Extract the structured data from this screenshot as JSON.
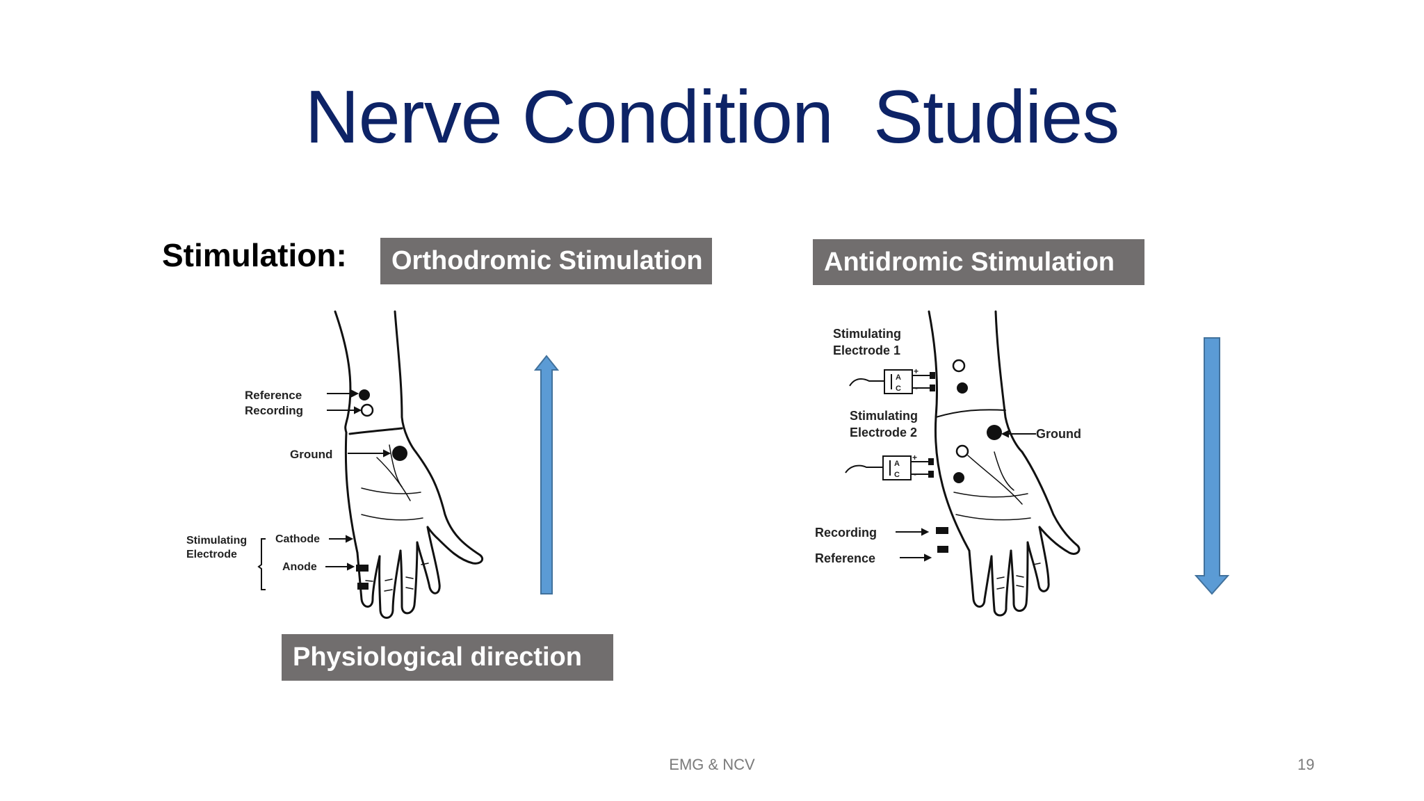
{
  "slide": {
    "title": "Nerve Condition  Studies",
    "stimulation_label": "Stimulation:",
    "orthodromic_label": "Orthodromic Stimulation",
    "antidromic_label": "Antidromic Stimulation",
    "physiological_label": "Physiological direction"
  },
  "left_diagram": {
    "reference": "Reference",
    "recording": "Recording",
    "ground": "Ground",
    "stimulating": "Stimulating",
    "electrode": "Electrode",
    "cathode": "Cathode",
    "anode": "Anode"
  },
  "right_diagram": {
    "stim1_line1": "Stimulating",
    "stim1_line2": "Electrode 1",
    "stim2_line1": "Stimulating",
    "stim2_line2": "Electrode 2",
    "ground": "Ground",
    "recording": "Recording",
    "reference": "Reference",
    "box_a": "A",
    "box_c": "C",
    "plus": "+",
    "minus": "-"
  },
  "footer": {
    "center": "EMG & NCV",
    "page_number": "19"
  },
  "colors": {
    "title": "#0d2366",
    "label_box": "#716e6e",
    "arrow_fill": "#5b9bd5",
    "arrow_stroke": "#41719c"
  },
  "arrows": {
    "left_direction": "up",
    "right_direction": "down"
  }
}
